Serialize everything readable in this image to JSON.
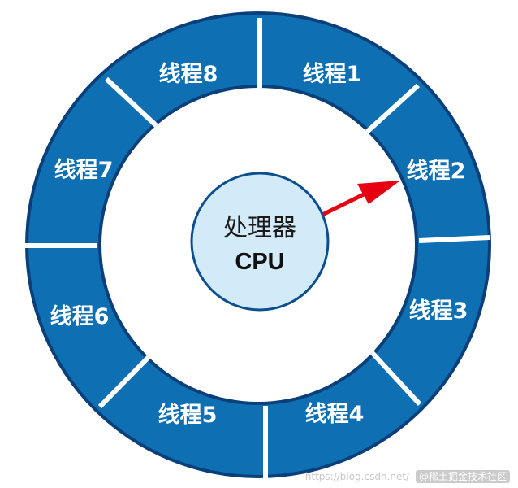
{
  "diagram": {
    "threads": [
      {
        "label": "线程1"
      },
      {
        "label": "线程2"
      },
      {
        "label": "线程3"
      },
      {
        "label": "线程4"
      },
      {
        "label": "线程5"
      },
      {
        "label": "线程6"
      },
      {
        "label": "线程7"
      },
      {
        "label": "线程8"
      }
    ],
    "cpu": {
      "title": "处理器",
      "subtitle": "CPU"
    },
    "arrow_target": "线程2",
    "colors": {
      "ring_fill": "#0e6fb3",
      "ring_outline": "#0a3f7a",
      "divider": "#ffffff",
      "cpu_fill": "#d3ebf8",
      "cpu_outline": "#0b4f8f",
      "arrow": "#e60012"
    }
  },
  "watermark": {
    "url": "https://blog.csdn.net/",
    "brand": "@稀土掘金技术社区"
  }
}
